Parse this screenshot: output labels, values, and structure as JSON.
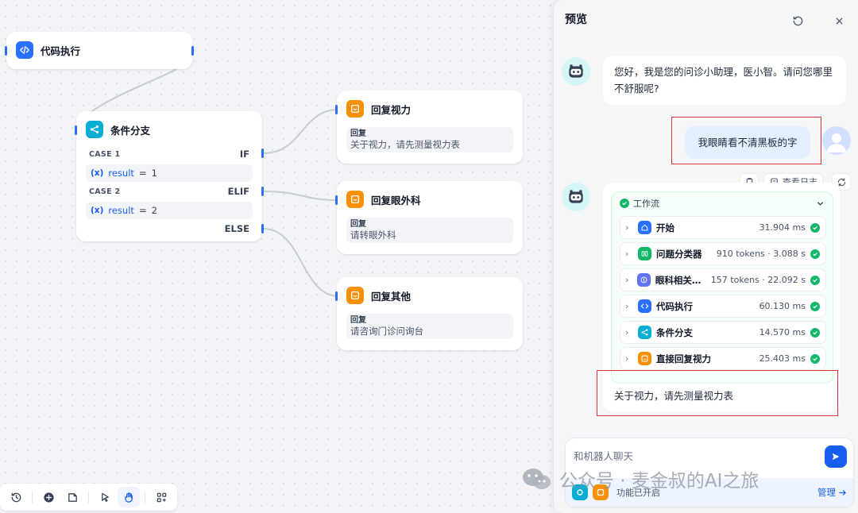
{
  "canvas": {
    "nodes": {
      "code": {
        "title": "代码执行"
      },
      "branch": {
        "title": "条件分支",
        "cases": [
          {
            "label": "CASE 1",
            "keyword": "IF",
            "var_icon": "(x)",
            "variable": "result",
            "operator": "=",
            "value": "1"
          },
          {
            "label": "CASE 2",
            "keyword": "ELIF",
            "var_icon": "(x)",
            "variable": "result",
            "operator": "=",
            "value": "2"
          }
        ],
        "else_label": "ELSE"
      },
      "reply1": {
        "title": "回复视力",
        "key": "回复",
        "value": "关于视力，请先测量视力表"
      },
      "reply2": {
        "title": "回复眼外科",
        "key": "回复",
        "value": "请转眼外科"
      },
      "reply3": {
        "title": "回复其他",
        "key": "回复",
        "value": "请咨询门诊问询台"
      }
    },
    "toolbar": [
      {
        "name": "history-icon"
      },
      {
        "name": "add-node-icon"
      },
      {
        "name": "add-note-icon"
      },
      {
        "name": "pointer-icon"
      },
      {
        "name": "hand-icon",
        "active": true
      },
      {
        "name": "auto-layout-icon"
      }
    ]
  },
  "preview": {
    "title": "预览",
    "messages": {
      "bot_greeting": "您好，我是您的问诊小助理，医小智。请问您哪里不舒服呢?",
      "user_question": "我眼睛看不清黑板的字"
    },
    "actions": {
      "log_label": "查看日志"
    },
    "workflow": {
      "label": "工作流",
      "steps": [
        {
          "name": "开始",
          "meta": "31.904 ms",
          "icon": "home-icon",
          "color": "#2970ff"
        },
        {
          "name": "问题分类器",
          "meta": "910 tokens · 3.088 s",
          "icon": "classifier-icon",
          "color": "#12b76a"
        },
        {
          "name": "眼科相关LLM",
          "meta": "157 tokens · 22.092 s",
          "icon": "llm-icon",
          "color": "#6172f3"
        },
        {
          "name": "代码执行",
          "meta": "60.130 ms",
          "icon": "code-icon",
          "color": "#2970ff"
        },
        {
          "name": "条件分支",
          "meta": "14.570 ms",
          "icon": "branch-icon",
          "color": "#06aed4"
        },
        {
          "name": "直接回复视力",
          "meta": "25.403 ms",
          "icon": "reply-icon",
          "color": "#f79009"
        }
      ],
      "answer": "关于视力，请先测量视力表"
    },
    "input": {
      "placeholder": "和机器人聊天",
      "feature_text": "功能已开启",
      "manage_label": "管理"
    }
  },
  "watermark": {
    "text": "公众号 · 麦金叔的AI之旅"
  }
}
